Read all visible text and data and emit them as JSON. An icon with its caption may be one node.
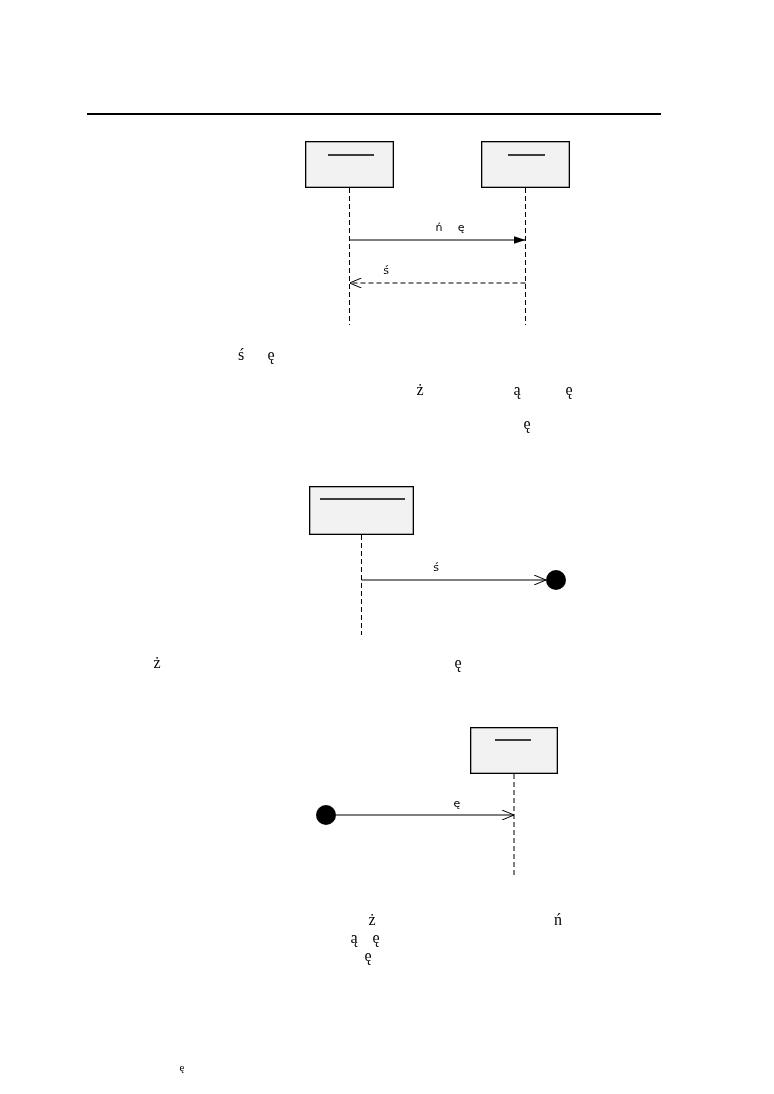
{
  "diagram": {
    "nodes": [
      {
        "text": [],
        "shape": "box"
      },
      {
        "text": [],
        "shape": "box"
      },
      {
        "text": [],
        "shape": "box"
      },
      {
        "text": [],
        "shape": "circle"
      },
      {
        "text": [],
        "shape": "box"
      },
      {
        "text": [],
        "shape": "circle"
      }
    ],
    "edges": [
      {
        "from": 0,
        "to": 1,
        "arrow": "to",
        "label": "ń ę"
      },
      {
        "from": 1,
        "to": 0,
        "arrow": "to",
        "label": "ś",
        "style": "dashed"
      },
      {
        "from": 2,
        "to": 3,
        "arrow": "to",
        "label": "ś"
      },
      {
        "from": 5,
        "to": 4,
        "arrow": "to",
        "label": "ę"
      }
    ],
    "labels": [
      "ś",
      "ę",
      "ż",
      "ą",
      "ę",
      "ę",
      "ż",
      "ę",
      "ż",
      "ń",
      "ą",
      "ę",
      "ę",
      "ę"
    ]
  }
}
